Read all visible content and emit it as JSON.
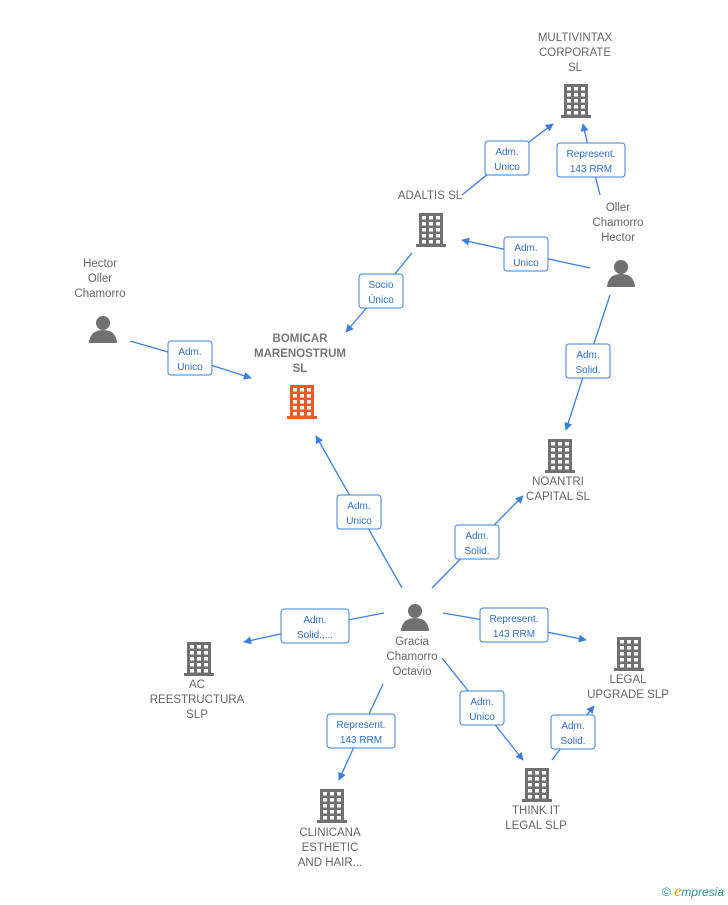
{
  "nodes": [
    {
      "id": "multivintax",
      "type": "company",
      "label": [
        "MULTIVINTAX",
        "CORPORATE",
        "SL"
      ]
    },
    {
      "id": "adaltis",
      "type": "company",
      "label": [
        "ADALTIS  SL"
      ]
    },
    {
      "id": "oller",
      "type": "person",
      "label": [
        "Oller",
        "Chamorro",
        "Hector"
      ]
    },
    {
      "id": "hector",
      "type": "person",
      "label": [
        "Hector",
        "Oller",
        "Chamorro"
      ]
    },
    {
      "id": "bomicar",
      "type": "company",
      "focus": true,
      "label": [
        "BOMICAR",
        "MARENOSTRUM",
        "SL"
      ]
    },
    {
      "id": "noantri",
      "type": "company",
      "label": [
        "NOANTRI",
        "CAPITAL  SL"
      ]
    },
    {
      "id": "gracia",
      "type": "person",
      "label": [
        "Gracia",
        "Chamorro",
        "Octavio"
      ]
    },
    {
      "id": "acre",
      "type": "company",
      "label": [
        "AC",
        "REESTRUCTURA",
        "SLP"
      ]
    },
    {
      "id": "legalup",
      "type": "company",
      "label": [
        "LEGAL",
        "UPGRADE  SLP"
      ]
    },
    {
      "id": "clinicana",
      "type": "company",
      "label": [
        "CLINICANA",
        "ESTHETIC",
        "AND HAIR..."
      ]
    },
    {
      "id": "thinkit",
      "type": "company",
      "label": [
        "THINK IT",
        "LEGAL SLP"
      ]
    }
  ],
  "edges": [
    {
      "from": "adaltis",
      "to": "multivintax",
      "label": [
        "Adm.",
        "Unico"
      ]
    },
    {
      "from": "oller",
      "to": "multivintax",
      "label": [
        "Represent.",
        "143 RRM"
      ]
    },
    {
      "from": "oller",
      "to": "adaltis",
      "label": [
        "Adm.",
        "Unico"
      ]
    },
    {
      "from": "adaltis",
      "to": "bomicar",
      "label": [
        "Socio",
        "Único"
      ]
    },
    {
      "from": "hector",
      "to": "bomicar",
      "label": [
        "Adm.",
        "Unico"
      ]
    },
    {
      "from": "oller",
      "to": "noantri",
      "label": [
        "Adm.",
        "Solid."
      ]
    },
    {
      "from": "gracia",
      "to": "bomicar",
      "label": [
        "Adm.",
        "Unico"
      ]
    },
    {
      "from": "gracia",
      "to": "noantri",
      "label": [
        "Adm.",
        "Solid."
      ]
    },
    {
      "from": "gracia",
      "to": "acre",
      "label": [
        "Adm.",
        "Solid.,..."
      ]
    },
    {
      "from": "gracia",
      "to": "legalup",
      "label": [
        "Represent.",
        "143 RRM"
      ]
    },
    {
      "from": "gracia",
      "to": "clinicana",
      "label": [
        "Represent.",
        "143 RRM"
      ]
    },
    {
      "from": "gracia",
      "to": "thinkit",
      "label": [
        "Adm.",
        "Unico"
      ]
    },
    {
      "from": "thinkit",
      "to": "legalup",
      "label": [
        "Adm.",
        "Solid."
      ]
    }
  ],
  "colors": {
    "edge": "#3d7fd6",
    "node": "#707070",
    "focus": "#f05a28"
  },
  "footer": {
    "copyright": "©",
    "brand_initial": "e",
    "brand_rest": "mpresia"
  }
}
